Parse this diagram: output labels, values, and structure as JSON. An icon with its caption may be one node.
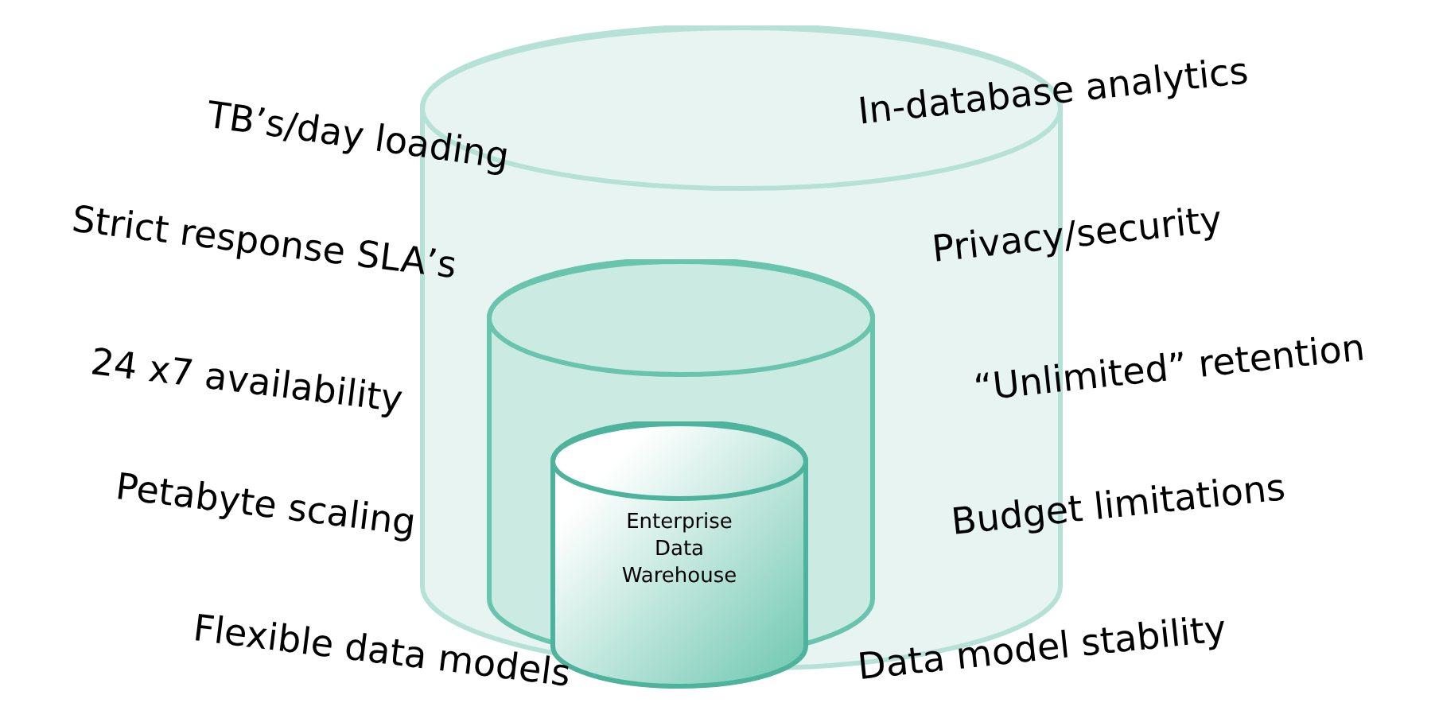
{
  "diagram": {
    "nodes": [
      {
        "text": [],
        "shape": "cylinder"
      },
      {
        "text": [],
        "shape": "cylinder",
        "in": 0
      },
      {
        "text": [
          "Enterprise Data Warehouse"
        ],
        "in": 1
      }
    ],
    "labels": [
      "TB’s/day loading",
      "In-database analytics",
      "Strict response SLA’s",
      "Privacy/security",
      "24 x7 availability",
      "“Unlimited” retention",
      "Petabyte scaling",
      "Budget limitations",
      "Flexible data models",
      "Data model stability"
    ]
  }
}
